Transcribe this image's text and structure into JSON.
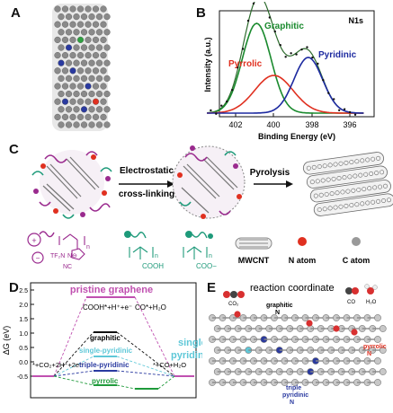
{
  "panels": {
    "a": {
      "letter": "A"
    },
    "b": {
      "letter": "B"
    },
    "c": {
      "letter": "C"
    },
    "d": {
      "letter": "D"
    },
    "e": {
      "letter": "E"
    }
  },
  "xps": {
    "tag": "N1s",
    "ylabel": "Intensity (a.u.)",
    "xlabel": "Binding Energy (eV)",
    "ticks": [
      "402",
      "400",
      "398",
      "396"
    ],
    "peak_labels": {
      "graphitic": "Graphitic",
      "pyrrolic": "Pyrrolic",
      "pyridinic": "Pyridinic"
    },
    "colors": {
      "graphitic": "#1a8a2e",
      "pyrrolic": "#e03020",
      "pyridinic": "#1d2aa0",
      "envelope": "#2d6b2d",
      "data": "#111111"
    }
  },
  "scheme": {
    "step1": "Electrostatic",
    "step1b": "cross-linking",
    "step2": "Pyrolysis",
    "legend": {
      "mwcnt": "MWCNT",
      "n_atom": "N atom",
      "c_atom": "C atom"
    },
    "chem": {
      "tf2n": "TF₂N",
      "n_minus": "N⊖",
      "nc": "NC",
      "cooh": "COOH",
      "coo": "COO−",
      "n_sub": "n"
    }
  },
  "energy": {
    "ylabel": "ΔG (eV)",
    "ticks": [
      "2.5",
      "2.0",
      "1.5",
      "1.0",
      "0.5",
      "0.0",
      "-0.5"
    ],
    "pristine": "pristine graphene",
    "cooh": "COOH*+H⁺+e⁻",
    "co_h2o": "CO*+H₂O",
    "graphitic": "graphitic",
    "single_pyridinic": "single-pyridinic",
    "triple_pyridinic": "triple-pyridinic",
    "pyrrolic": "pyrrolic",
    "start": "*+CO₂+2H⁺+2e⁻",
    "end": "*+CO+H₂O",
    "single_n": "single-N",
    "pyridinic": "pyridinic",
    "colors": {
      "pristine": "#c050b0",
      "graphitic": "#111111",
      "single": "#5fc8d8",
      "triple": "#2a3aa0",
      "pyrrolic": "#1e9a3a"
    }
  },
  "structure": {
    "title": "reaction coordinate",
    "co2": "CO₂",
    "co": "CO",
    "h2o": "H₂O",
    "graphitic": "graphitic",
    "graphitic_n": "N",
    "pyrrolic": "pyrrolic",
    "pyrrolic_n": "N",
    "triple": "triple",
    "pyridinic": "pyridinic",
    "triple_n": "N"
  }
}
